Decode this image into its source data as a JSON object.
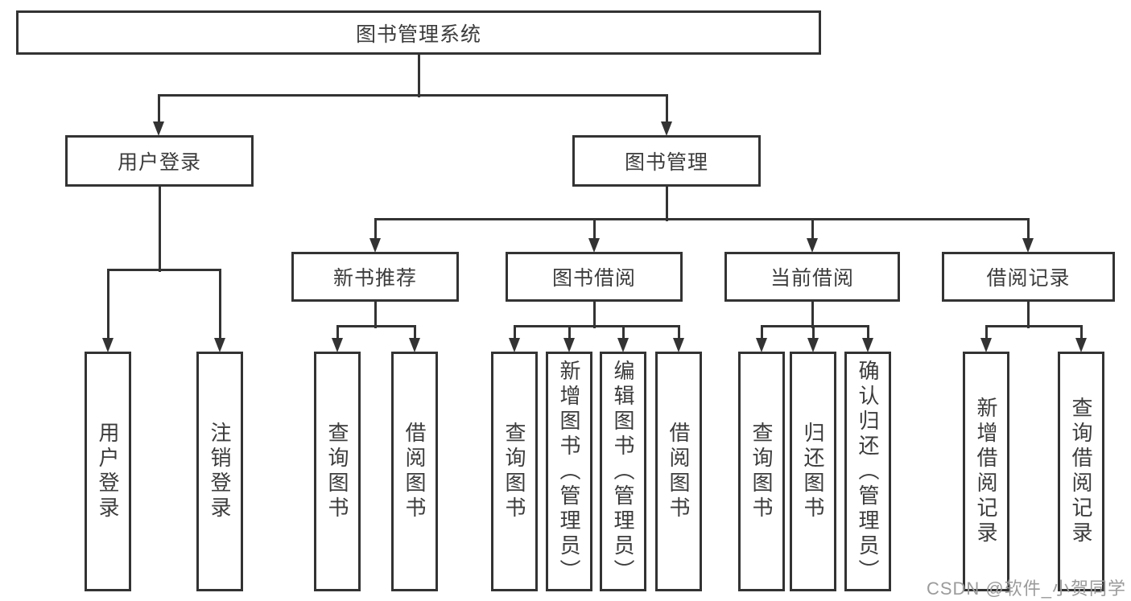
{
  "diagram": {
    "root": {
      "label": "图书管理系统"
    },
    "level2": [
      {
        "label": "用户登录"
      },
      {
        "label": "图书管理"
      }
    ],
    "level3": [
      {
        "label": "新书推荐"
      },
      {
        "label": "图书借阅"
      },
      {
        "label": "当前借阅"
      },
      {
        "label": "借阅记录"
      }
    ],
    "leaves": {
      "login": [
        {
          "label": "用户登录"
        },
        {
          "label": "注销登录"
        }
      ],
      "recommend": [
        {
          "label": "查询图书"
        },
        {
          "label": "借阅图书"
        }
      ],
      "borrow": [
        {
          "label": "查询图书"
        },
        {
          "label": "新增图书（管理员）"
        },
        {
          "label": "编辑图书（管理员）"
        },
        {
          "label": "借阅图书"
        }
      ],
      "current": [
        {
          "label": "查询图书"
        },
        {
          "label": "归还图书"
        },
        {
          "label": "确认归还（管理员）"
        }
      ],
      "records": [
        {
          "label": "新增借阅记录"
        },
        {
          "label": "查询借阅记录"
        }
      ]
    }
  },
  "watermark": {
    "text": "CSDN @软件_小贺同学"
  },
  "colors": {
    "line": "#333333",
    "text": "#3c3c3c",
    "watermark": "#9b9b9b",
    "background": "#ffffff"
  }
}
